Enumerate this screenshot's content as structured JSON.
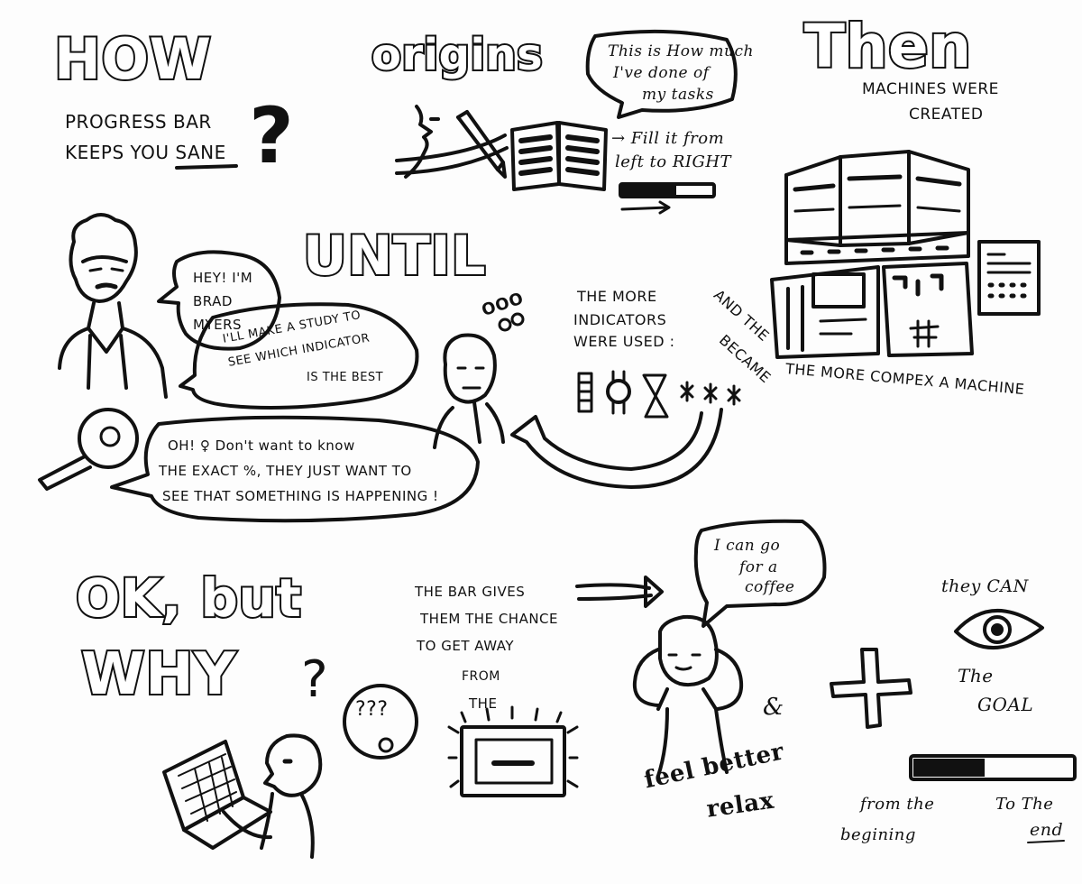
{
  "titles": {
    "how": "HOW",
    "origins": "origins",
    "then": "Then",
    "until": "UNTIL",
    "ok_but": "OK, but",
    "why": "WHY",
    "why_q": "?"
  },
  "how_section": {
    "line1": "PROGRESS BAR",
    "line2_a": "KEEPS YOU ",
    "line2_b": "SANE",
    "question_mark": "?"
  },
  "origins_section": {
    "bubble_line1": "This is How much",
    "bubble_line2": "I've done of",
    "bubble_line3": "my tasks",
    "fill_line1": "→ Fill it from",
    "fill_line2": "left to RIGHT",
    "progress_fraction": 0.6
  },
  "then_section": {
    "line1": "MACHINES WERE",
    "line2": "CREATED",
    "diag_line1": "AND THE",
    "diag_line2": "BECAME",
    "more_complex": "THE MORE COMPEX A MACHINE"
  },
  "until_section": {
    "brad_line1": "HEY! I'M",
    "brad_line2": "BRAD",
    "brad_line3": "MYERS",
    "study_line1": "I'LL MAKE A STUDY TO",
    "study_line2": "SEE WHICH INDICATOR",
    "study_line3": "IS THE BEST",
    "thought": "OOO",
    "indicators_line1": "THE MORE",
    "indicators_line2": "INDICATORS",
    "indicators_line3": "WERE USED :",
    "finding_line1": "OH! ♀ Don't want to know",
    "finding_line2": "THE EXACT %, THEY JUST WANT TO",
    "finding_line3": "SEE THAT SOMETHING IS HAPPENING !"
  },
  "why_section": {
    "bar_line1": "THE BAR GIVES",
    "bar_line2": "THEM THE CHANCE",
    "bar_line3": "TO GET AWAY",
    "from": "FROM",
    "the": "THE",
    "coffee_line1": "I can go",
    "coffee_line2": "for a",
    "coffee_line3": "coffee",
    "ampersand": "&",
    "feel_better": "feel better",
    "relax": "relax",
    "plus": "+",
    "they_can": "they CAN",
    "the_goal_1": "The",
    "the_goal_2": "GOAL",
    "from_beginning_1": "from the",
    "from_beginning_2": "begining",
    "to_the": "To The",
    "end": "end",
    "question_marks": "???",
    "bottom_progress_fraction": 0.45
  }
}
